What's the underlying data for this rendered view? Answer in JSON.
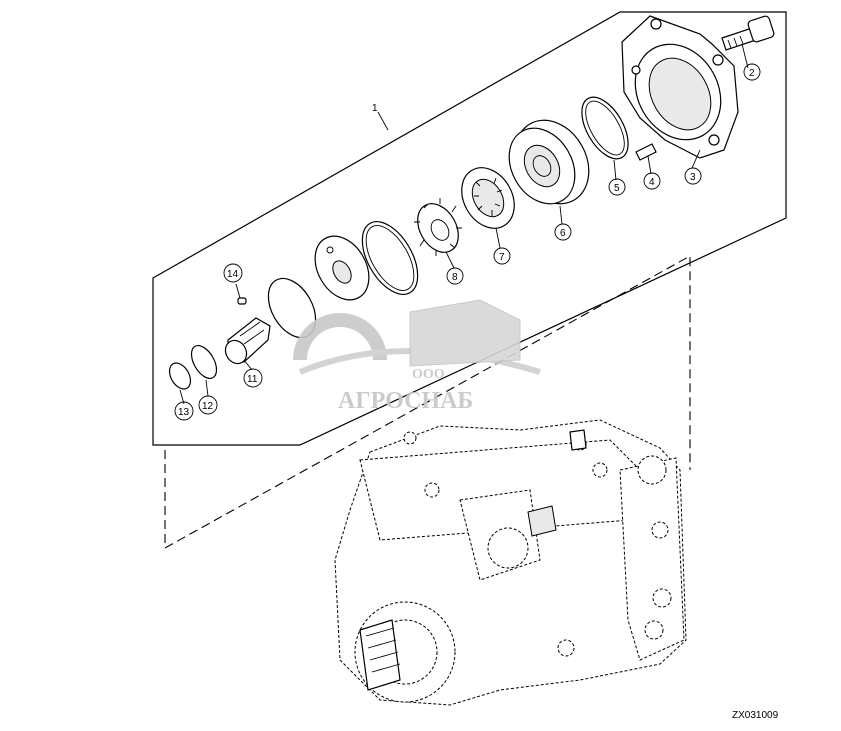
{
  "callouts": [
    {
      "id": "1",
      "label": "1"
    },
    {
      "id": "2",
      "label": "2"
    },
    {
      "id": "3",
      "label": "3"
    },
    {
      "id": "4",
      "label": "4"
    },
    {
      "id": "5",
      "label": "5"
    },
    {
      "id": "6",
      "label": "6"
    },
    {
      "id": "7",
      "label": "7"
    },
    {
      "id": "8",
      "label": "8"
    },
    {
      "id": "11",
      "label": "11"
    },
    {
      "id": "12",
      "label": "12"
    },
    {
      "id": "13",
      "label": "13"
    },
    {
      "id": "14",
      "label": "14"
    }
  ],
  "watermark": {
    "company_type": "ООО",
    "name": "АГРОСНАБ"
  },
  "figure_code": "ZX031009"
}
